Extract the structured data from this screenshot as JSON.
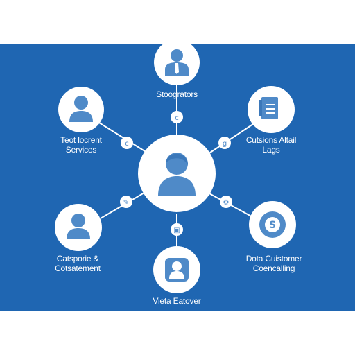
{
  "colors": {
    "background": "#ffffff",
    "panel": "#1f66b2",
    "node_fill": "#ffffff",
    "icon": "#4f8ac8",
    "connector": "#ffffff",
    "label_text": "#ffffff"
  },
  "center": {
    "icon": "person-icon"
  },
  "nodes": [
    {
      "key": "top",
      "label_lines": [
        "Stoogrators"
      ],
      "icon": "business-person-icon",
      "connector_glyph": "c"
    },
    {
      "key": "top_left",
      "label_lines": [
        "Teot locrent",
        "Services"
      ],
      "icon": "person-icon",
      "connector_glyph": "c"
    },
    {
      "key": "top_right",
      "label_lines": [
        "Cutsions Altail",
        "Lags"
      ],
      "icon": "document-icon",
      "connector_glyph": "g"
    },
    {
      "key": "bottom_left",
      "label_lines": [
        "Catsporie &",
        "Cotsatement"
      ],
      "icon": "person-icon",
      "connector_glyph": "✎"
    },
    {
      "key": "bottom_right",
      "label_lines": [
        "Dota Cuistomer",
        "Coencalling"
      ],
      "icon": "gear-icon",
      "connector_glyph": "⚙"
    },
    {
      "key": "bottom",
      "label_lines": [
        "Vieta Eatover"
      ],
      "icon": "user-badge-icon",
      "connector_glyph": "▣"
    }
  ]
}
